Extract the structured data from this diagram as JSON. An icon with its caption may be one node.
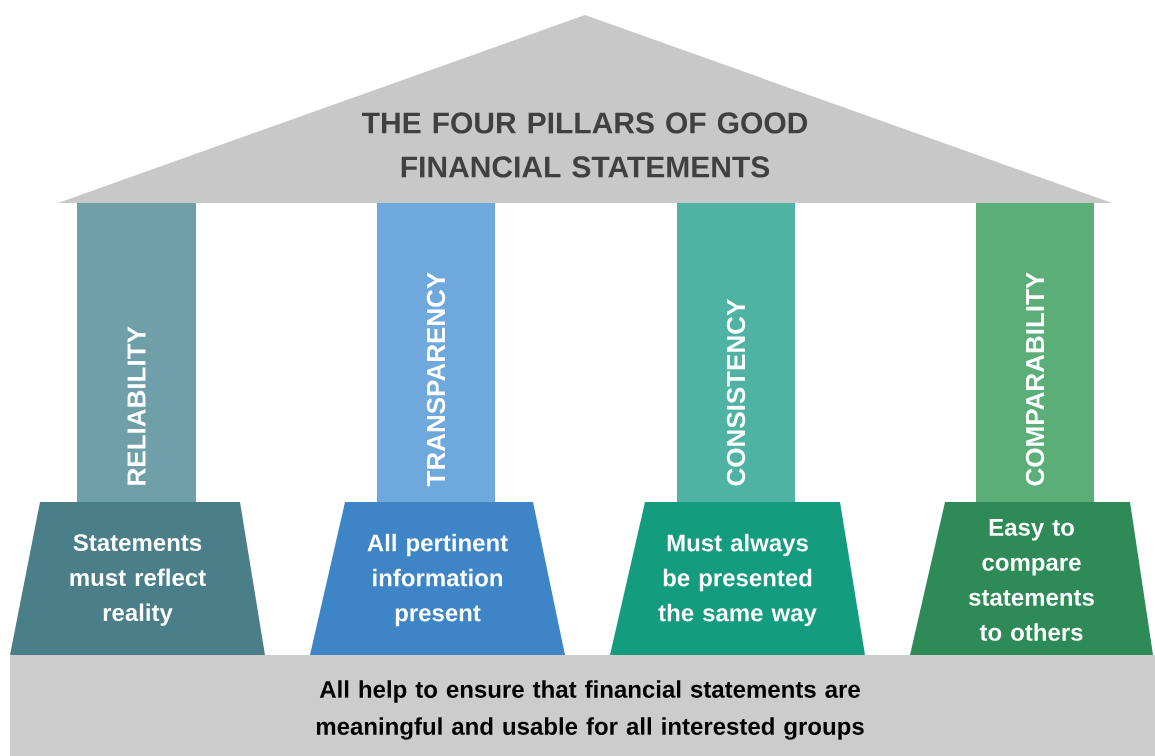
{
  "diagram": {
    "nodes": [
      {
        "text": [
          "THE FOUR PILLARS OF GOOD FINANCIAL STATEMENTS"
        ]
      },
      {
        "text": [
          "RELIABILITY"
        ]
      },
      {
        "text": [
          "TRANSPARENCY"
        ]
      },
      {
        "text": [
          "CONSISTENCY"
        ]
      },
      {
        "text": [
          "COMPARABILITY"
        ]
      },
      {
        "text": [
          "Statements must reflect reality"
        ]
      },
      {
        "text": [
          "All pertinent information present"
        ]
      },
      {
        "text": [
          "Must always be presented the same way"
        ]
      },
      {
        "text": [
          "Easy to compare statements to others"
        ]
      },
      {
        "text": [
          "All help to ensure that financial statements are meaningful and usable for all interested groups"
        ]
      }
    ]
  }
}
